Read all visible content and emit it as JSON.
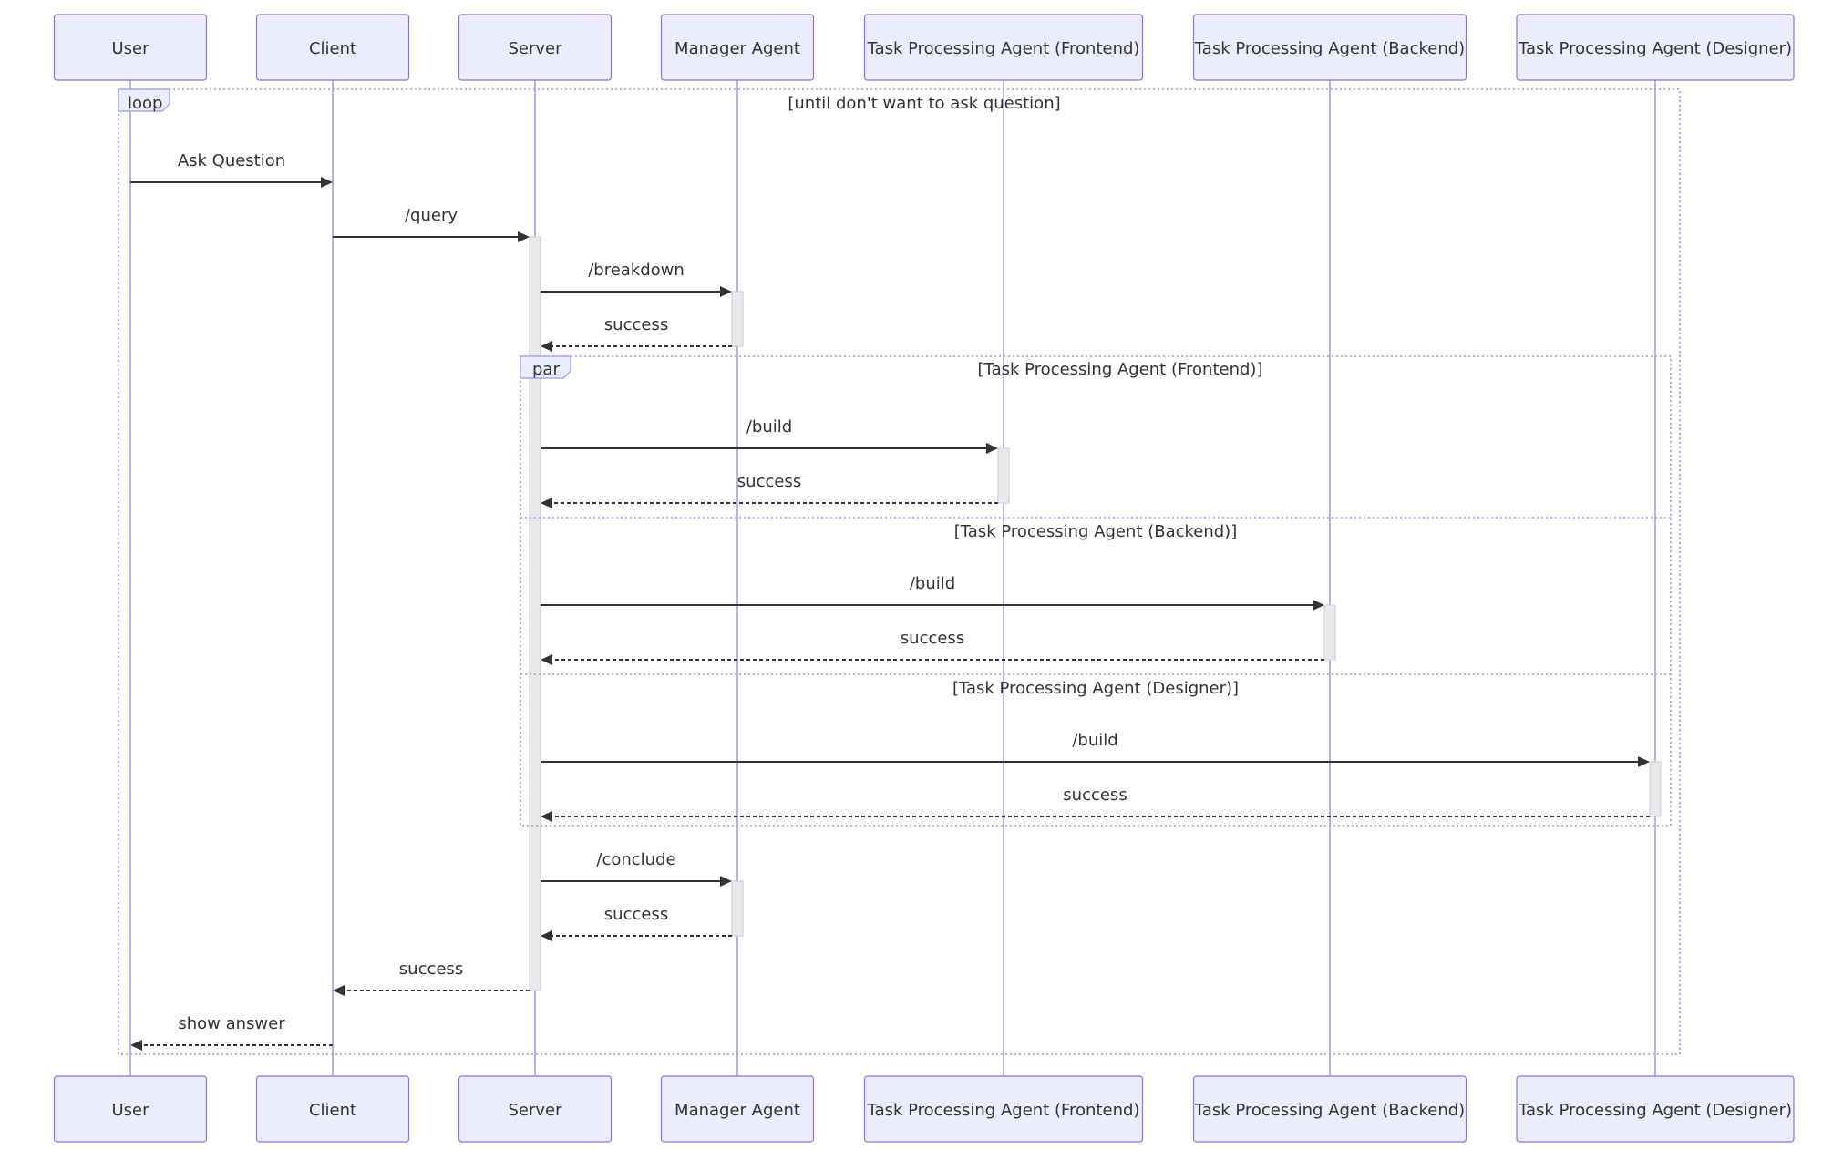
{
  "participants": [
    {
      "id": "user",
      "label": "User"
    },
    {
      "id": "client",
      "label": "Client"
    },
    {
      "id": "server",
      "label": "Server"
    },
    {
      "id": "manager",
      "label": "Manager Agent"
    },
    {
      "id": "frontend",
      "label": "Task Processing Agent (Frontend)"
    },
    {
      "id": "backend",
      "label": "Task Processing Agent (Backend)"
    },
    {
      "id": "designer",
      "label": "Task Processing Agent (Designer)"
    }
  ],
  "loop": {
    "keyword": "loop",
    "condition": "[until don't want to ask question]"
  },
  "par": {
    "keyword": "par",
    "branches": [
      "[Task Processing Agent (Frontend)]",
      "[Task Processing Agent (Backend)]",
      "[Task Processing Agent (Designer)]"
    ]
  },
  "messages": [
    {
      "from": "user",
      "to": "client",
      "label": "Ask Question",
      "style": "solid"
    },
    {
      "from": "client",
      "to": "server",
      "label": "/query",
      "style": "solid"
    },
    {
      "from": "server",
      "to": "manager",
      "label": "/breakdown",
      "style": "solid"
    },
    {
      "from": "manager",
      "to": "server",
      "label": "success",
      "style": "dashed"
    },
    {
      "from": "server",
      "to": "frontend",
      "label": "/build",
      "style": "solid"
    },
    {
      "from": "frontend",
      "to": "server",
      "label": "success",
      "style": "dashed"
    },
    {
      "from": "server",
      "to": "backend",
      "label": "/build",
      "style": "solid"
    },
    {
      "from": "backend",
      "to": "server",
      "label": "success",
      "style": "dashed"
    },
    {
      "from": "server",
      "to": "designer",
      "label": "/build",
      "style": "solid"
    },
    {
      "from": "designer",
      "to": "server",
      "label": "success",
      "style": "dashed"
    },
    {
      "from": "server",
      "to": "manager",
      "label": "/conclude",
      "style": "solid"
    },
    {
      "from": "manager",
      "to": "server",
      "label": "success",
      "style": "dashed"
    },
    {
      "from": "server",
      "to": "client",
      "label": "success",
      "style": "dashed"
    },
    {
      "from": "client",
      "to": "user",
      "label": "show answer",
      "style": "dashed"
    }
  ]
}
